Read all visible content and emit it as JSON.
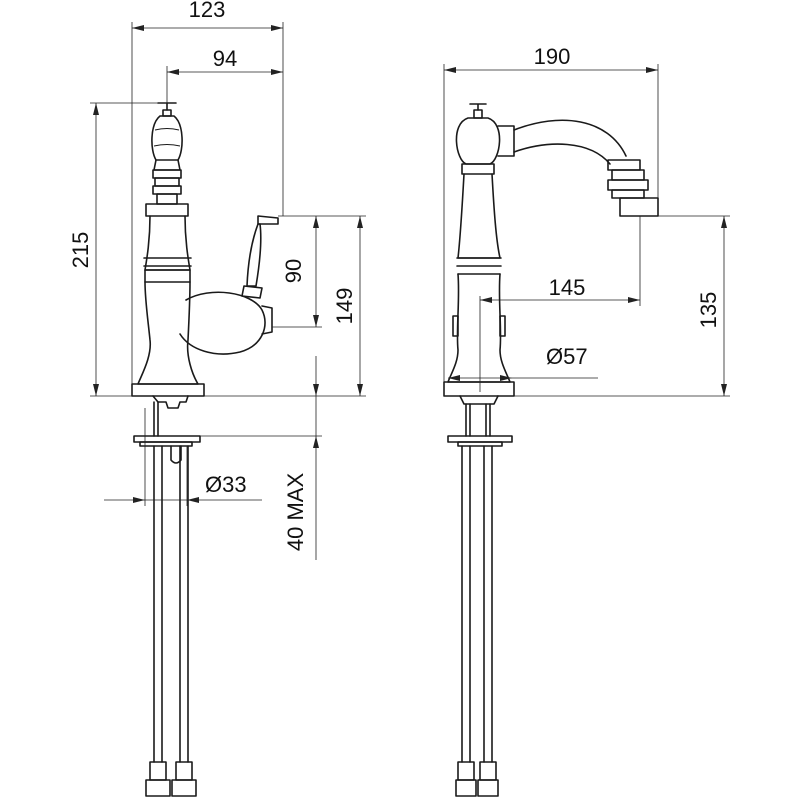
{
  "dimensions": {
    "front": {
      "width_overall": "123",
      "handle_offset": "94",
      "height_total": "215",
      "lever_height": "90",
      "outlet_height": "149",
      "hole_diameter": "Ø33",
      "deck_thickness": "40 MAX"
    },
    "side": {
      "projection_overall": "190",
      "spout_reach": "145",
      "spout_height": "135",
      "base_diameter": "Ø57"
    }
  }
}
